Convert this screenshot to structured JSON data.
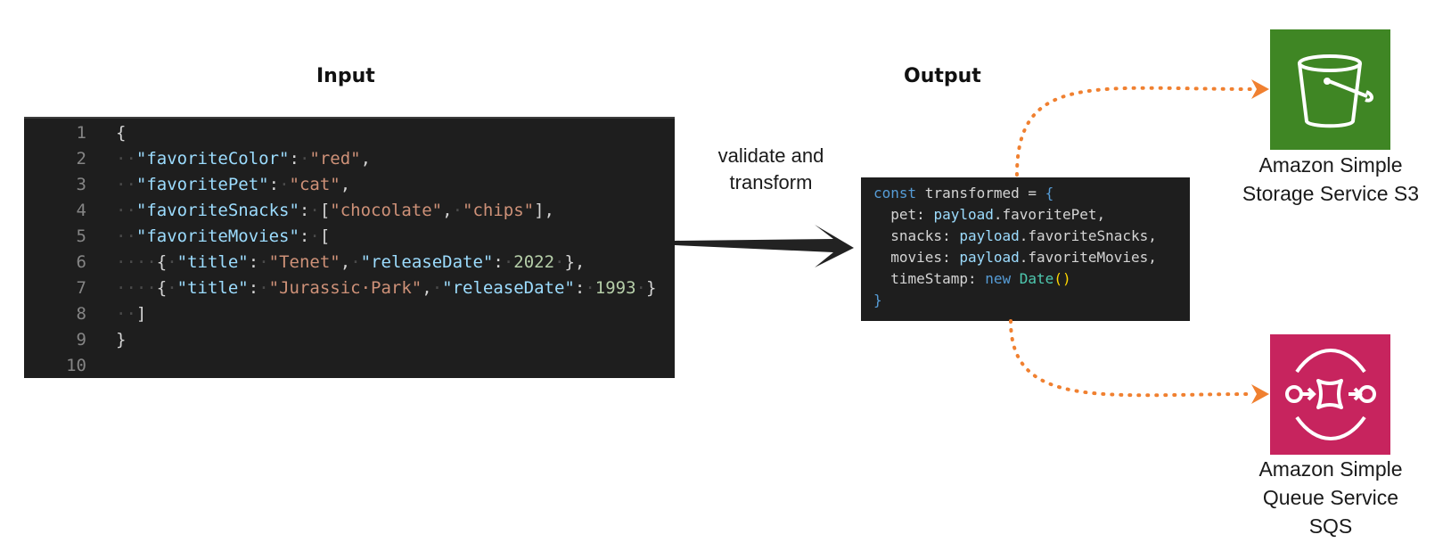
{
  "input": {
    "heading": "Input",
    "lines": [
      {
        "num": "1",
        "indent": "",
        "tokens": [
          {
            "t": "{",
            "c": "p"
          }
        ]
      },
      {
        "num": "2",
        "indent": "··",
        "tokens": [
          {
            "t": "\"favoriteColor\"",
            "c": "k"
          },
          {
            "t": ":",
            "c": "p"
          },
          {
            "t": "·",
            "c": "ws"
          },
          {
            "t": "\"red\"",
            "c": "s"
          },
          {
            "t": ",",
            "c": "p"
          }
        ]
      },
      {
        "num": "3",
        "indent": "··",
        "tokens": [
          {
            "t": "\"favoritePet\"",
            "c": "k"
          },
          {
            "t": ":",
            "c": "p"
          },
          {
            "t": "·",
            "c": "ws"
          },
          {
            "t": "\"cat\"",
            "c": "s"
          },
          {
            "t": ",",
            "c": "p"
          }
        ]
      },
      {
        "num": "4",
        "indent": "··",
        "tokens": [
          {
            "t": "\"favoriteSnacks\"",
            "c": "k"
          },
          {
            "t": ":",
            "c": "p"
          },
          {
            "t": "·",
            "c": "ws"
          },
          {
            "t": "[",
            "c": "p"
          },
          {
            "t": "\"chocolate\"",
            "c": "s"
          },
          {
            "t": ",",
            "c": "p"
          },
          {
            "t": "·",
            "c": "ws"
          },
          {
            "t": "\"chips\"",
            "c": "s"
          },
          {
            "t": "],",
            "c": "p"
          }
        ]
      },
      {
        "num": "5",
        "indent": "··",
        "tokens": [
          {
            "t": "\"favoriteMovies\"",
            "c": "k"
          },
          {
            "t": ":",
            "c": "p"
          },
          {
            "t": "·",
            "c": "ws"
          },
          {
            "t": "[",
            "c": "p"
          }
        ]
      },
      {
        "num": "6",
        "indent": "····",
        "tokens": [
          {
            "t": "{",
            "c": "p"
          },
          {
            "t": "·",
            "c": "ws"
          },
          {
            "t": "\"title\"",
            "c": "k"
          },
          {
            "t": ":",
            "c": "p"
          },
          {
            "t": "·",
            "c": "ws"
          },
          {
            "t": "\"Tenet\"",
            "c": "s"
          },
          {
            "t": ",",
            "c": "p"
          },
          {
            "t": "·",
            "c": "ws"
          },
          {
            "t": "\"releaseDate\"",
            "c": "k"
          },
          {
            "t": ":",
            "c": "p"
          },
          {
            "t": "·",
            "c": "ws"
          },
          {
            "t": "2022",
            "c": "n"
          },
          {
            "t": "·",
            "c": "ws"
          },
          {
            "t": "},",
            "c": "p"
          }
        ]
      },
      {
        "num": "7",
        "indent": "····",
        "tokens": [
          {
            "t": "{",
            "c": "p"
          },
          {
            "t": "·",
            "c": "ws"
          },
          {
            "t": "\"title\"",
            "c": "k"
          },
          {
            "t": ":",
            "c": "p"
          },
          {
            "t": "·",
            "c": "ws"
          },
          {
            "t": "\"Jurassic·Park\"",
            "c": "s"
          },
          {
            "t": ",",
            "c": "p"
          },
          {
            "t": "·",
            "c": "ws"
          },
          {
            "t": "\"releaseDate\"",
            "c": "k"
          },
          {
            "t": ":",
            "c": "p"
          },
          {
            "t": "·",
            "c": "ws"
          },
          {
            "t": "1993",
            "c": "n"
          },
          {
            "t": "·",
            "c": "ws"
          },
          {
            "t": "}",
            "c": "p"
          }
        ]
      },
      {
        "num": "8",
        "indent": "··",
        "tokens": [
          {
            "t": "]",
            "c": "p"
          }
        ]
      },
      {
        "num": "9",
        "indent": "",
        "tokens": [
          {
            "t": "}",
            "c": "p"
          }
        ]
      },
      {
        "num": "10",
        "indent": "",
        "tokens": []
      }
    ]
  },
  "output": {
    "heading": "Output",
    "lines": [
      [
        {
          "t": "const",
          "c": "kw"
        },
        {
          "t": " transformed = ",
          "c": "p"
        },
        {
          "t": "{",
          "c": "kw"
        }
      ],
      [
        {
          "t": "  pet: ",
          "c": "p"
        },
        {
          "t": "payload",
          "c": "obj"
        },
        {
          "t": ".favoritePet,",
          "c": "p"
        }
      ],
      [
        {
          "t": "  snacks: ",
          "c": "p"
        },
        {
          "t": "payload",
          "c": "obj"
        },
        {
          "t": ".favoriteSnacks,",
          "c": "p"
        }
      ],
      [
        {
          "t": "  movies: ",
          "c": "p"
        },
        {
          "t": "payload",
          "c": "obj"
        },
        {
          "t": ".favoriteMovies,",
          "c": "p"
        }
      ],
      [
        {
          "t": "  timeStamp: ",
          "c": "p"
        },
        {
          "t": "new",
          "c": "kw"
        },
        {
          "t": " ",
          "c": "p"
        },
        {
          "t": "Date",
          "c": "cls"
        },
        {
          "t": "()",
          "c": "br"
        }
      ],
      [
        {
          "t": "}",
          "c": "kw"
        }
      ]
    ]
  },
  "edge": {
    "label_line1": "validate and",
    "label_line2": "transform"
  },
  "services": {
    "s3": {
      "line1": "Amazon Simple",
      "line2": "Storage Service S3",
      "color": "#3f8624",
      "icon": "bucket-icon"
    },
    "sqs": {
      "line1": "Amazon Simple",
      "line2": "Queue Service",
      "line3": "SQS",
      "color": "#c7245e",
      "icon": "queue-icon"
    }
  },
  "colors": {
    "connector": "#f08030",
    "arrow": "#222222"
  }
}
